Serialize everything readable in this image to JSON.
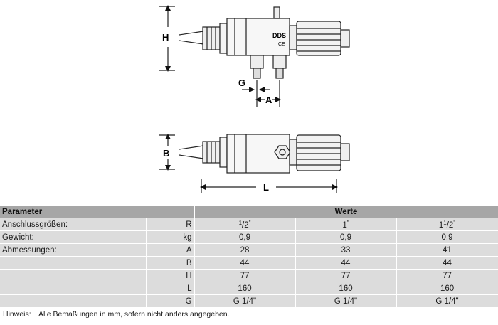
{
  "drawing": {
    "dim_labels": {
      "H": "H",
      "G": "G",
      "A": "A",
      "B": "B",
      "L": "L"
    },
    "body_marking": "DDS",
    "ce_mark": "CE"
  },
  "table": {
    "header_parameter": "Parameter",
    "header_values": "Werte",
    "rows": [
      {
        "param": "Anschlussgrößen:",
        "unit": "R",
        "values": [
          {
            "main": "1",
            "sup": "/",
            "sub": "2",
            "suffix": "\""
          },
          {
            "main": "1",
            "sup": "",
            "sub": "",
            "suffix": "\""
          },
          {
            "main": "1",
            "sup": "1",
            "sub": "/2",
            "suffix": "\""
          }
        ]
      },
      {
        "param": "Gewicht:",
        "unit": "kg",
        "values": [
          "0,9",
          "0,9",
          "0,9"
        ]
      },
      {
        "param": "Abmessungen:",
        "unit": "A",
        "values": [
          "28",
          "33",
          "41"
        ]
      },
      {
        "param": "",
        "unit": "B",
        "values": [
          "44",
          "44",
          "44"
        ]
      },
      {
        "param": "",
        "unit": "H",
        "values": [
          "77",
          "77",
          "77"
        ]
      },
      {
        "param": "",
        "unit": "L",
        "values": [
          "160",
          "160",
          "160"
        ]
      },
      {
        "param": "",
        "unit": "G",
        "values": [
          "G 1/4\"",
          "G 1/4\"",
          "G 1/4\""
        ]
      }
    ]
  },
  "note": {
    "label": "Hinweis:",
    "text": "Alle Bemaßungen in mm, sofern nicht anders angegeben."
  }
}
